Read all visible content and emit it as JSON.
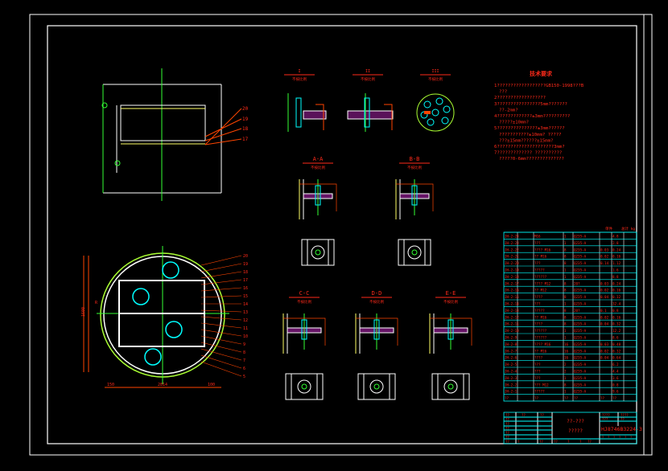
{
  "colors": {
    "background": "#000000",
    "frame": "#ffffff",
    "text": "#ff2a1a",
    "table": "#00ffff",
    "centerline": "#33ff33",
    "dimension": "#ff4500",
    "hatch": "#ff33ff"
  },
  "notes": {
    "title": "技术要求",
    "lines": [
      "1??????????????????GB150-1998???B",
      "???",
      "2??????????????????",
      "3????????????????5mm???????",
      "??-2mm?",
      "4?????????????±3mm??????????",
      "?????±10mm?",
      "5???????????????±3mm??????",
      "???????????±10mm? ?????",
      "???±15mm??????±15mm?",
      "6?????????????????????3mm?",
      "7????????????? ??????????",
      "?????0-6mm??????????????"
    ]
  },
  "sections": [
    {
      "label": "I",
      "scale": "不按比例"
    },
    {
      "label": "II",
      "scale": "不按比例"
    },
    {
      "label": "III",
      "scale": "不按比例"
    },
    {
      "label": "A-A",
      "scale": "不按比例"
    },
    {
      "label": "B-B",
      "scale": "不按比例"
    },
    {
      "label": "C-C",
      "scale": "不按比例"
    },
    {
      "label": "D-D",
      "scale": "不按比例"
    },
    {
      "label": "E-E",
      "scale": "不按比例"
    }
  ],
  "plan_callouts": [
    "20",
    "19",
    "18",
    "17",
    "16",
    "15",
    "14",
    "13",
    "12",
    "11",
    "10",
    "9",
    "8",
    "7",
    "6",
    "5"
  ],
  "plan_dims": [
    "1600",
    "150",
    "2814",
    "100",
    "R"
  ],
  "parts_table": {
    "header": [
      "",
      "",
      "",
      "",
      "kg",
      "kg"
    ],
    "header_labels": [
      "单件",
      "总计 kg"
    ],
    "rows": [
      [
        "JH-2-24",
        "M16",
        "1",
        "Q235-A",
        "",
        "4.8"
      ],
      [
        "JH-2-23",
        "???",
        "1",
        "Q235-A",
        "",
        "2.8"
      ],
      [
        "JH-2-22",
        "???? M16",
        "8",
        "Q235-A",
        "0.03",
        "0.24"
      ],
      [
        "JH-2-21",
        "?? M16",
        "8",
        "Q235-A",
        "0.02",
        "0.16"
      ],
      [
        "JH-2-20",
        "???",
        "8",
        "Q235-A",
        "0.14",
        "1.12"
      ],
      [
        "JH-2-19",
        "?????",
        "1",
        "Q235-A",
        "",
        "1.6"
      ],
      [
        "JH-2-18",
        "??????",
        "1",
        "Q235-A",
        "",
        "8.8"
      ],
      [
        "JH-2-17",
        "???? M12",
        "8",
        "20?",
        "0.03",
        "0.24"
      ],
      [
        "JH-2-16",
        "?? M12",
        "8",
        "Q235-A",
        "0.02",
        "0.16"
      ],
      [
        "JH-2-15",
        "????",
        "8",
        "Q235-A",
        "0.04",
        "0.32"
      ],
      [
        "JH-2-14",
        "???",
        "1",
        "Q235-A",
        "",
        "32.4"
      ],
      [
        "JH-2-13",
        "?????",
        "8",
        "20?",
        "0.1",
        "0.8"
      ],
      [
        "JH-2-12",
        "?? M16",
        "8",
        "Q235-A",
        "0.02",
        "0.16"
      ],
      [
        "JH-2-11",
        "????",
        "8",
        "Q235-A",
        "0.04",
        "0.32"
      ],
      [
        "JH-2-10",
        "??????",
        "1",
        "Q235-A",
        "",
        "12.2"
      ],
      [
        "JH-2-9",
        "??????",
        "1",
        "Q235-A",
        "",
        "8.6"
      ],
      [
        "JH-2-8",
        "???? M16",
        "16",
        "Q235-A",
        "0.03",
        "0.48"
      ],
      [
        "JH-2-7",
        "?? M16",
        "16",
        "Q235-A",
        "0.02",
        "0.32"
      ],
      [
        "JH-2-6",
        "????",
        "16",
        "Q235-A",
        "0.04",
        "0.64"
      ],
      [
        "JH-2-5",
        "???",
        "2",
        "Q235-A",
        "",
        "6.2"
      ],
      [
        "JH-2-4",
        "???",
        "2",
        "Q235-A",
        "",
        "4.4"
      ],
      [
        "JH-2-3",
        "???",
        "1",
        "Q235-A",
        "",
        "3.6"
      ],
      [
        "JH-2-2",
        "??? M12",
        "8",
        "Q235-A",
        "",
        "0.8"
      ],
      [
        "JH-2-1",
        "?????",
        "1",
        "Q235-A",
        "",
        "9.6"
      ],
      [
        "??",
        "??",
        "??",
        "??",
        "??",
        "??"
      ]
    ]
  },
  "title_block": {
    "left_labels": [
      "??",
      "??",
      "??",
      "??",
      "??",
      "??",
      "??"
    ],
    "col_heads": [
      "??",
      "??"
    ],
    "name_line1": "??-???",
    "name_line2": "?????",
    "stage": "????",
    "weight": "????",
    "stage2": "???",
    "weight2": "??",
    "drawing_no": "HJ8746B3224-3",
    "bottom": [
      "?",
      "??",
      "??",
      "?",
      "?"
    ],
    "sheet": [
      "?",
      "?",
      "?",
      "?",
      "?",
      "?"
    ],
    "sheet_label": "??"
  }
}
